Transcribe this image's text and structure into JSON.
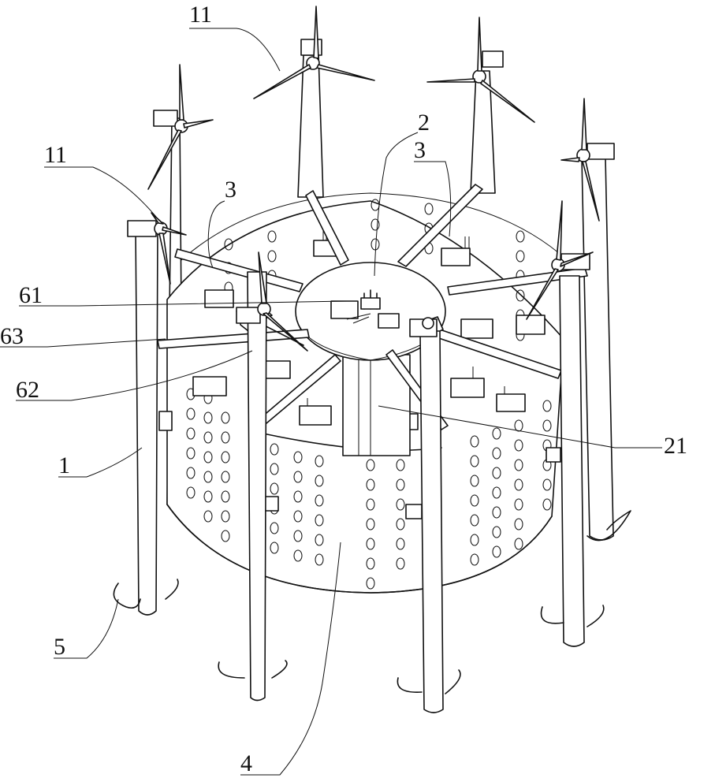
{
  "figure": {
    "labels": {
      "l11_top": "11",
      "l11_left": "11",
      "l2": "2",
      "l3_left": "3",
      "l3_right": "3",
      "l61": "61",
      "l63": "63",
      "l62": "62",
      "l21": "21",
      "l1": "1",
      "l5": "5",
      "l4": "4"
    }
  }
}
